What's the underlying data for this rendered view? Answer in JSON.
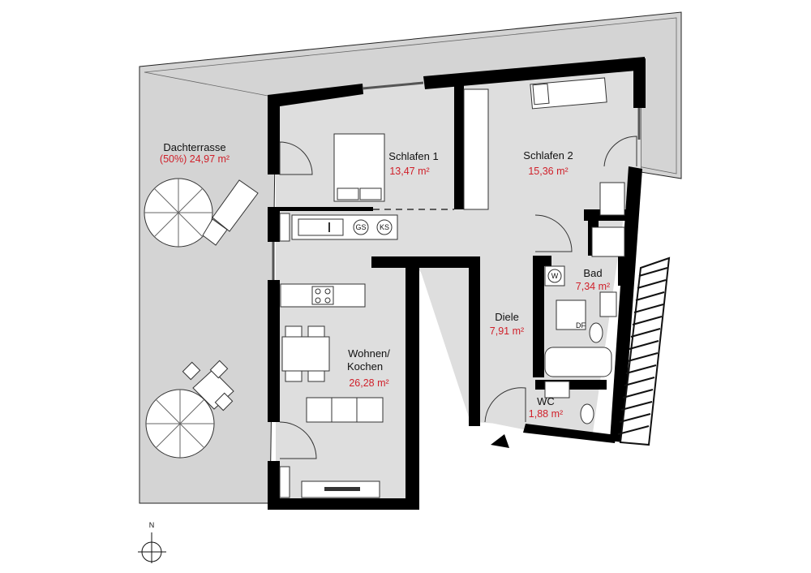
{
  "rooms": {
    "terrace": {
      "name": "Dachterrasse",
      "area": "(50%) 24,97 m²"
    },
    "bedroom1": {
      "name": "Schlafen 1",
      "area": "13,47 m²"
    },
    "bedroom2": {
      "name": "Schlafen 2",
      "area": "15,36 m²"
    },
    "bath": {
      "name": "Bad",
      "area": "7,34 m²"
    },
    "hall": {
      "name": "Diele",
      "area": "7,91 m²"
    },
    "living": {
      "name_line1": "Wohnen/",
      "name_line2": "Kochen",
      "area": "26,28 m²"
    },
    "wc": {
      "name": "WC",
      "area": "1,88 m²"
    }
  },
  "symbols": {
    "dishwasher": "GS",
    "fridge": "KS",
    "washer": "W",
    "window_flap": "DF"
  },
  "compass": {
    "north": "N"
  },
  "colors": {
    "area_text": "#d0202a",
    "wall": "#000000",
    "floor": "#dedede",
    "terrace": "#d4d4d4"
  }
}
